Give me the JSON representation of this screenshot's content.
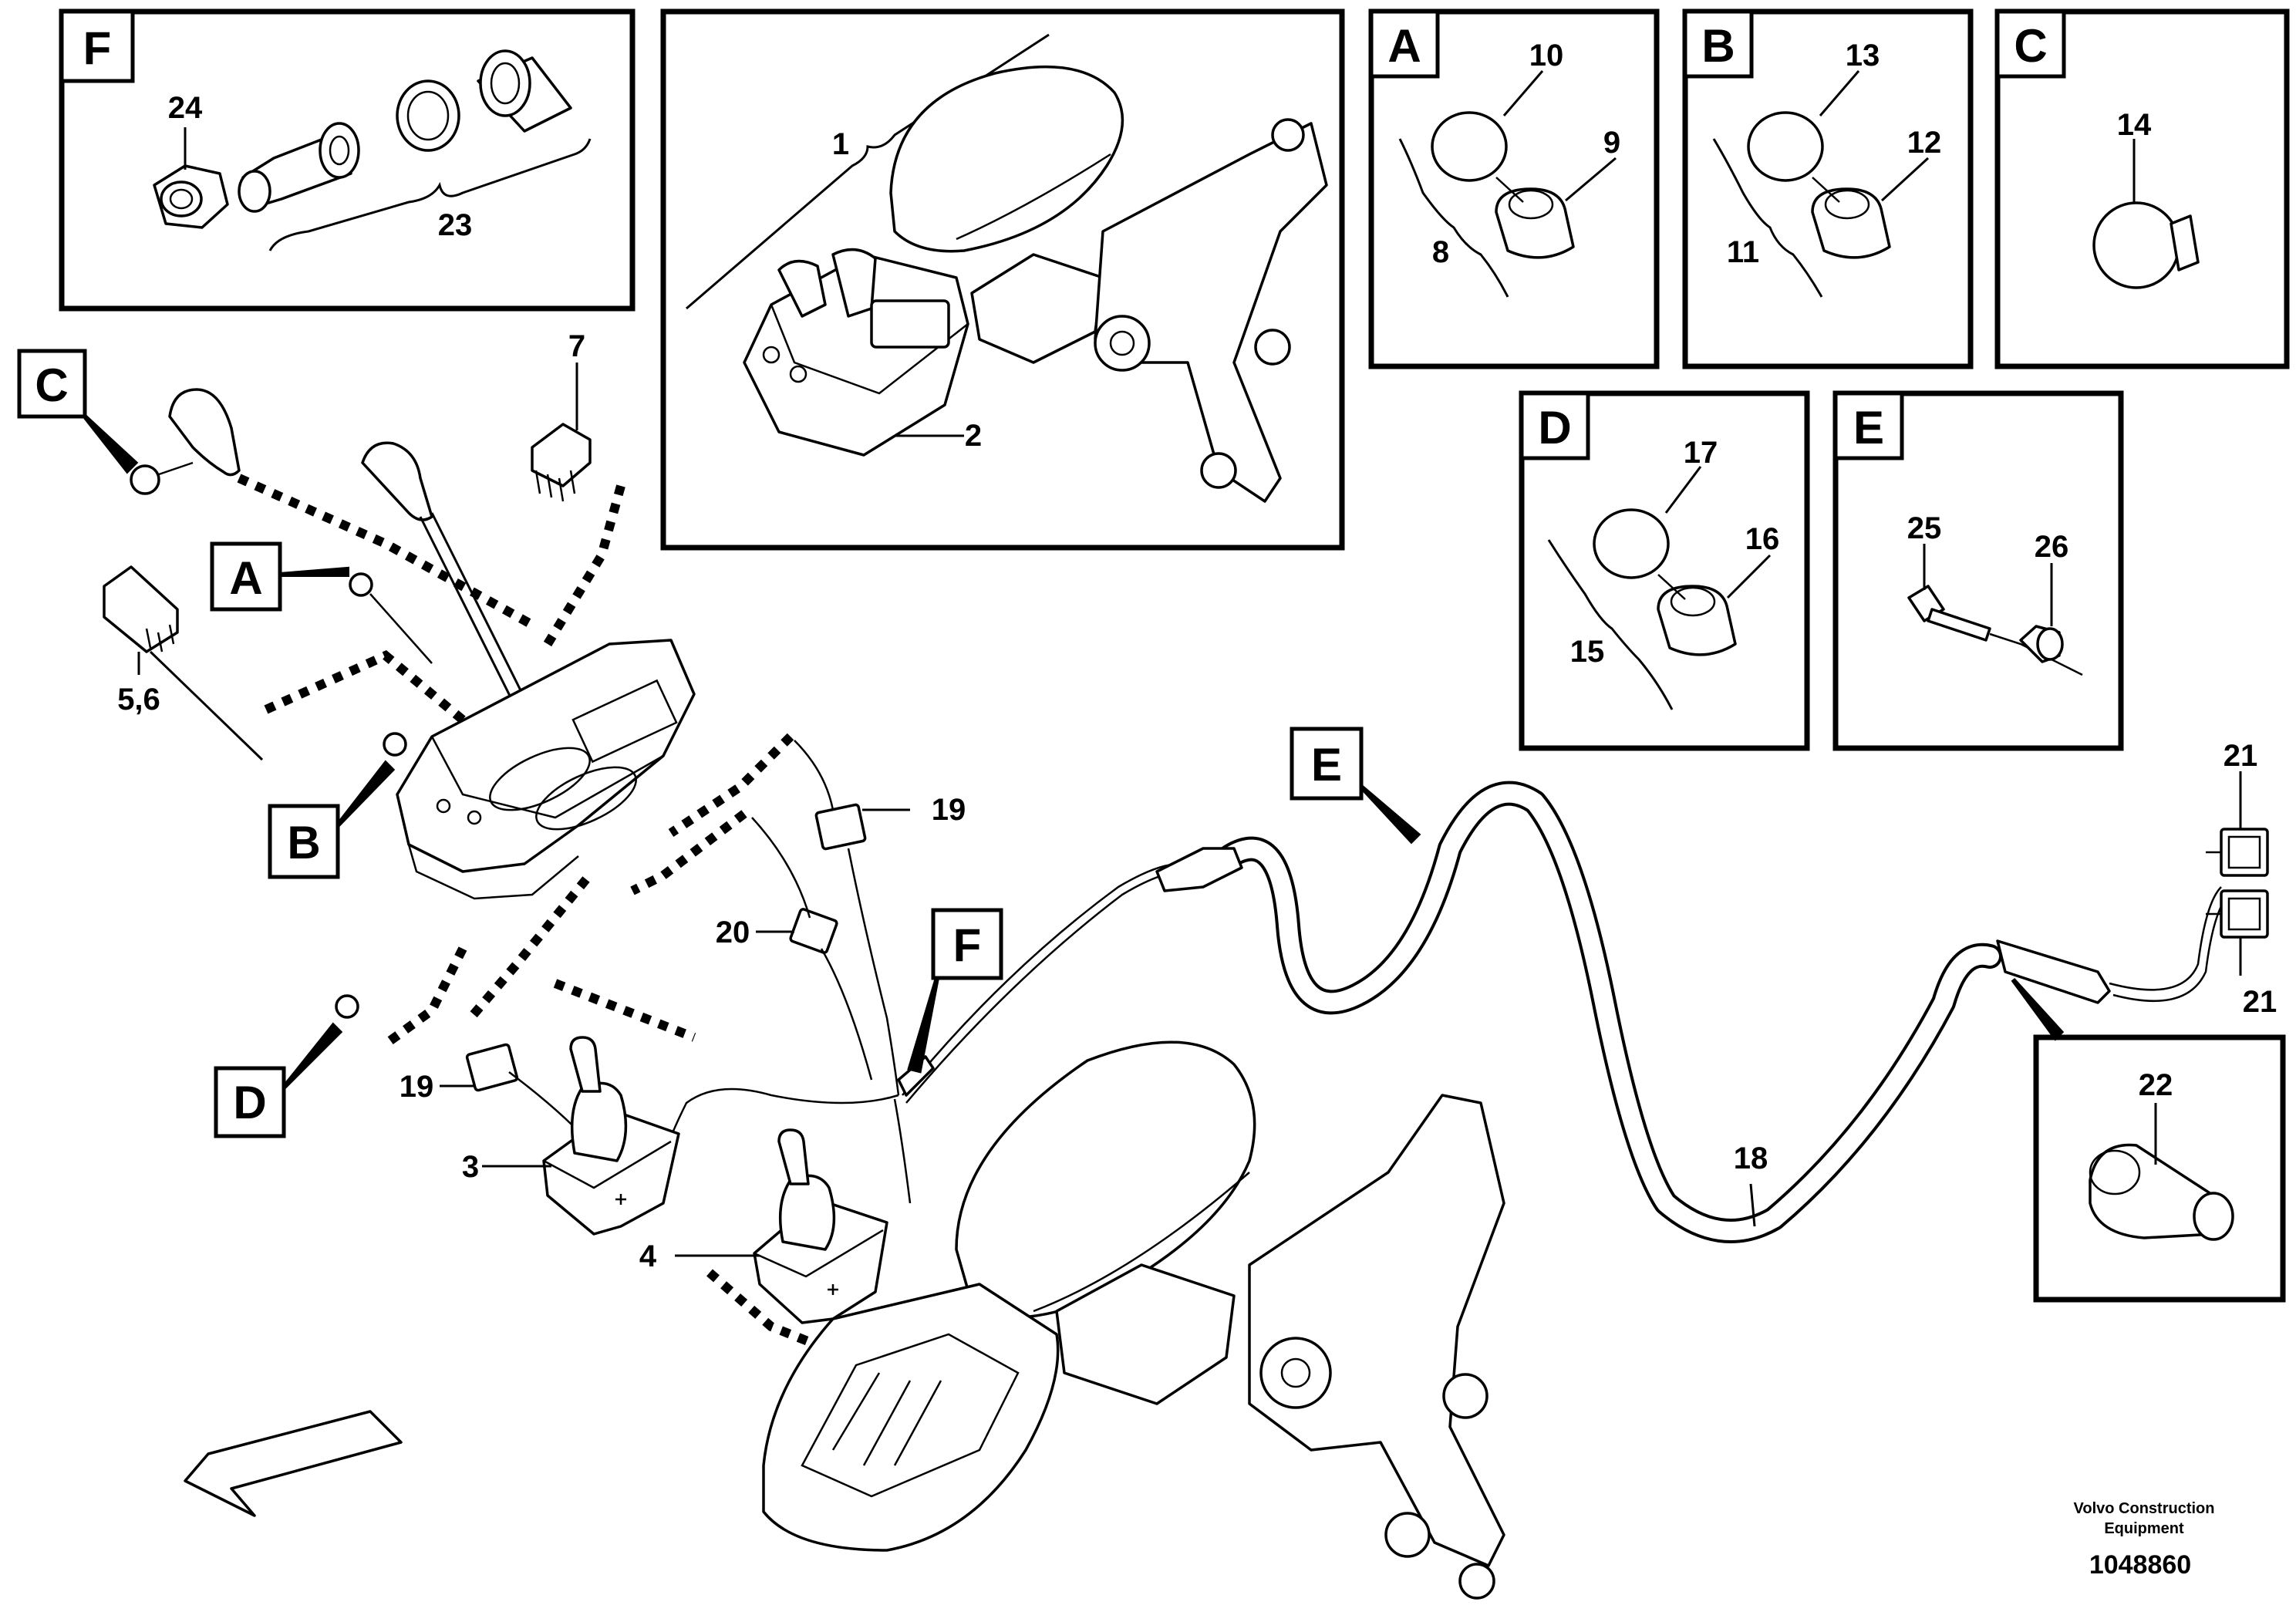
{
  "diagram": {
    "detail_views": [
      {
        "letter": "F",
        "callouts": [
          "24",
          "23"
        ]
      },
      {
        "letter": "A",
        "callouts": [
          "10",
          "9",
          "8"
        ]
      },
      {
        "letter": "B",
        "callouts": [
          "13",
          "12",
          "11"
        ]
      },
      {
        "letter": "C",
        "callouts": [
          "14"
        ]
      },
      {
        "letter": "D",
        "callouts": [
          "17",
          "16",
          "15"
        ]
      },
      {
        "letter": "E",
        "callouts": [
          "25",
          "26"
        ]
      }
    ],
    "inset_callouts": [
      "1",
      "2"
    ],
    "main_tags": [
      "C",
      "A",
      "B",
      "D",
      "E",
      "F"
    ],
    "main_callouts": [
      "7",
      "5,6",
      "19",
      "20",
      "19",
      "3",
      "4",
      "18",
      "21",
      "21",
      "22"
    ],
    "credit_line1": "Volvo Construction",
    "credit_line2": "Equipment",
    "document_number": "1048860"
  }
}
